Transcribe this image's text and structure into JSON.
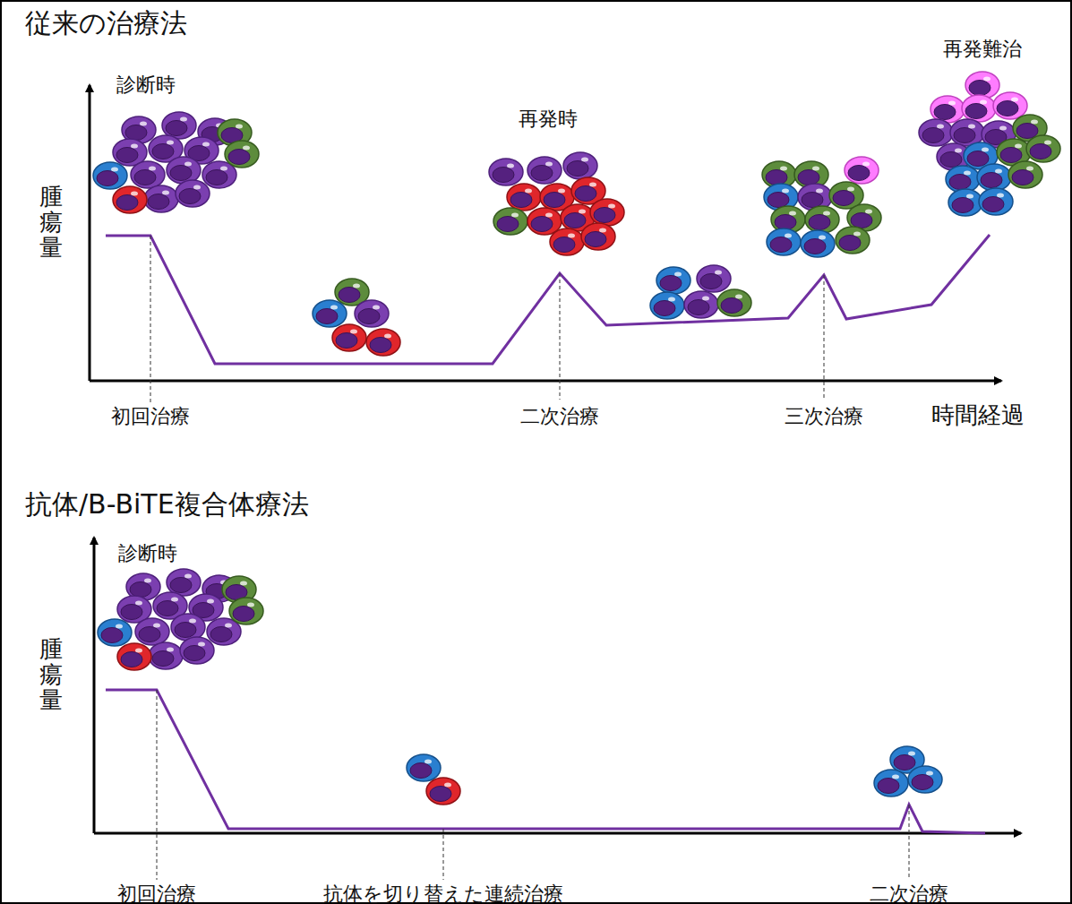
{
  "diagram": {
    "labels": [
      "従来の治療法",
      "診断時",
      "再発時",
      "再発難治",
      "腫瘍量",
      "初回治療",
      "二次治療",
      "三次治療",
      "時間経過",
      "抗体/B-BiTE複合体療法",
      "診断時",
      "腫瘍量",
      "初回治療",
      "抗体を切り替えた連続治療",
      "二次治療"
    ]
  }
}
